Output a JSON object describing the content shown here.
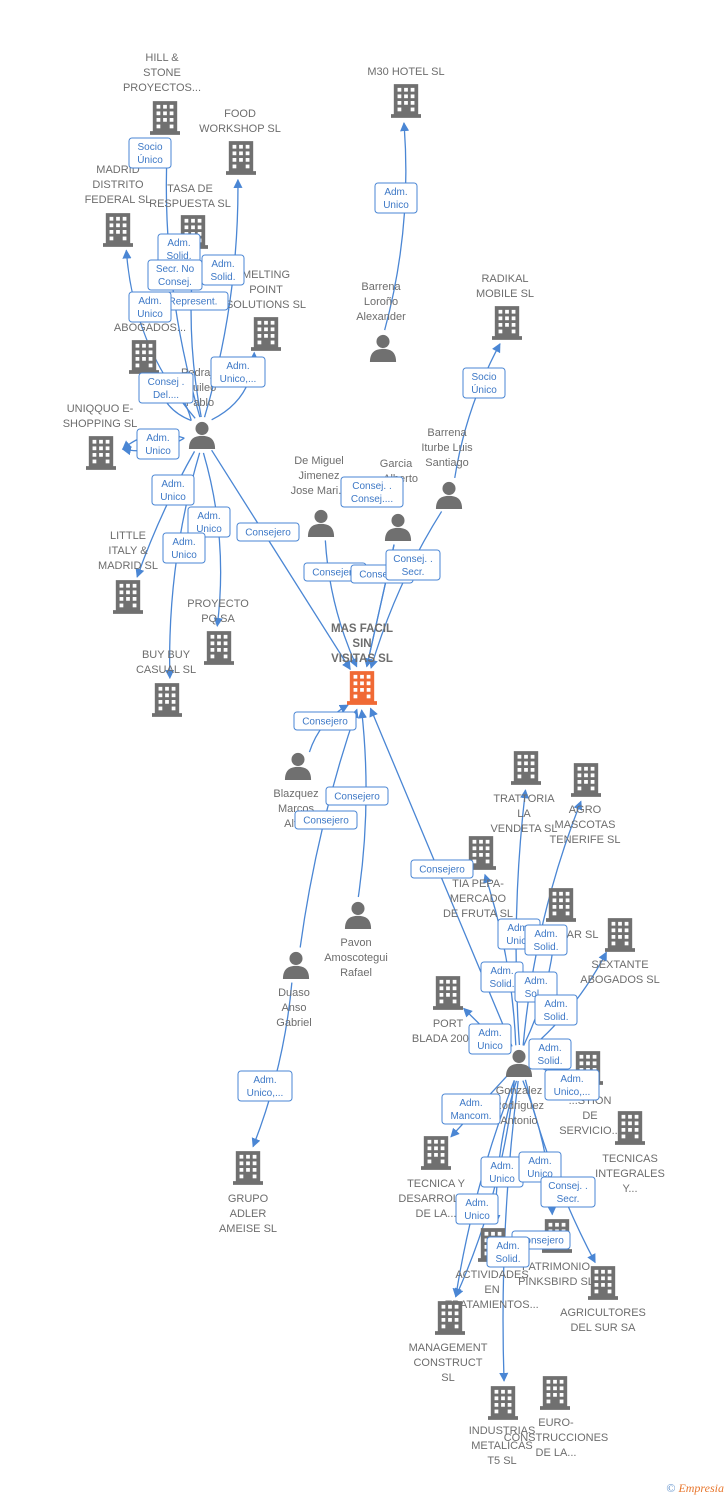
{
  "colors": {
    "edge": "#4a86d4",
    "label_text": "#6d6d6d",
    "icon": "#707070",
    "focus": "#f06a35"
  },
  "footer": {
    "copyright": "©",
    "brand": "Empresia"
  },
  "nodes": [
    {
      "id": "main",
      "type": "company",
      "focus": true,
      "lines": [
        "MAS FACIL",
        "SIN",
        "VISITAS  SL"
      ]
    },
    {
      "id": "hill",
      "type": "company",
      "lines": [
        "HILL &",
        "STONE",
        "PROYECTOS..."
      ]
    },
    {
      "id": "food",
      "type": "company",
      "lines": [
        "FOOD",
        "WORKSHOP SL"
      ]
    },
    {
      "id": "m30",
      "type": "company",
      "lines": [
        "M30 HOTEL SL"
      ]
    },
    {
      "id": "madrid",
      "type": "company",
      "lines": [
        "MADRID",
        "DISTRITO",
        "FEDERAL  SL"
      ]
    },
    {
      "id": "tasa",
      "type": "company",
      "lines": [
        "TASA DE",
        "RESPUESTA SL"
      ]
    },
    {
      "id": "melting",
      "type": "company",
      "lines": [
        "MELTING",
        "POINT",
        "SOLUTIONS  SL"
      ]
    },
    {
      "id": "radikal",
      "type": "company",
      "lines": [
        "RADIKAL",
        "MOBILE SL"
      ]
    },
    {
      "id": "abogados",
      "type": "company",
      "lines": [
        "A",
        "PE...",
        "ABOGADOS..."
      ]
    },
    {
      "id": "uniqquo",
      "type": "company",
      "lines": [
        "UNIQQUO E-",
        "SHOPPING  SL"
      ]
    },
    {
      "id": "little",
      "type": "company",
      "lines": [
        "LITTLE",
        "ITALY &",
        "MADRID  SL"
      ]
    },
    {
      "id": "proyecto",
      "type": "company",
      "lines": [
        "PROYECTO",
        "PQ SA"
      ]
    },
    {
      "id": "buybuy",
      "type": "company",
      "lines": [
        "BUY BUY",
        "CASUAL SL"
      ]
    },
    {
      "id": "trattoria",
      "type": "company",
      "lines": [
        "TRATTORIA",
        "LA",
        "VENDETA SL"
      ]
    },
    {
      "id": "agro",
      "type": "company",
      "lines": [
        "AGRO",
        "MASCOTAS",
        "TENERIFE  SL"
      ]
    },
    {
      "id": "tiapepa",
      "type": "company",
      "lines": [
        "TIA PEPA-",
        "MERCADO",
        "DE FRUTA SL"
      ]
    },
    {
      "id": "arsl",
      "type": "company",
      "lines": [
        "...AR SL"
      ]
    },
    {
      "id": "sextante",
      "type": "company",
      "lines": [
        "SEXTANTE",
        "ABOGADOS SL"
      ]
    },
    {
      "id": "port",
      "type": "company",
      "lines": [
        "PORT",
        "BLADA 2005..."
      ]
    },
    {
      "id": "gestion",
      "type": "company",
      "lines": [
        "...STION",
        "DE",
        "SERVICIO..."
      ]
    },
    {
      "id": "tecnicas",
      "type": "company",
      "lines": [
        "TECNICAS",
        "INTEGRALES",
        "Y..."
      ]
    },
    {
      "id": "tecnicay",
      "type": "company",
      "lines": [
        "TECNICA Y",
        "DESARROLLO",
        "DE LA..."
      ]
    },
    {
      "id": "actividades",
      "type": "company",
      "lines": [
        "ACTIVIDADES",
        "EN",
        "TRATAMIENTOS..."
      ]
    },
    {
      "id": "patrimonio",
      "type": "company",
      "lines": [
        "PATRIMONIO",
        "PINKSBIRD SL"
      ]
    },
    {
      "id": "agricultores",
      "type": "company",
      "lines": [
        "AGRICULTORES",
        "DEL SUR SA"
      ]
    },
    {
      "id": "management",
      "type": "company",
      "lines": [
        "MANAGEMENT",
        "CONSTRUCT",
        "SL"
      ]
    },
    {
      "id": "industrias",
      "type": "company",
      "lines": [
        "INDUSTRIAS",
        "METALICAS",
        "T5 SL"
      ]
    },
    {
      "id": "euro",
      "type": "company",
      "lines": [
        "EURO-",
        "CONSTRUCCIONES",
        "DE LA..."
      ]
    },
    {
      "id": "grupo",
      "type": "company",
      "lines": [
        "GRUPO",
        "ADLER",
        "AMEISE SL"
      ]
    },
    {
      "id": "barrena_a",
      "type": "person",
      "lines": [
        "Barrena",
        "Loroño",
        "Alexander"
      ]
    },
    {
      "id": "barrena_s",
      "type": "person",
      "lines": [
        "Barrena",
        "Iturbe Luis",
        "Santiago"
      ]
    },
    {
      "id": "pedraja",
      "type": "person",
      "lines": [
        "Pedraja",
        "...uileo",
        "Pablo"
      ]
    },
    {
      "id": "demiguel",
      "type": "person",
      "lines": [
        "De Miguel",
        "Jimenez",
        "Jose Mari..."
      ]
    },
    {
      "id": "garcia",
      "type": "person",
      "lines": [
        "Garcia",
        "...Alberto",
        "...o"
      ]
    },
    {
      "id": "blazquez",
      "type": "person",
      "lines": [
        "Blazquez",
        "Marcos",
        "Alv..."
      ]
    },
    {
      "id": "pavon",
      "type": "person",
      "lines": [
        "Pavon",
        "Amoscotegui",
        "Rafael"
      ]
    },
    {
      "id": "duaso",
      "type": "person",
      "lines": [
        "Duaso",
        "Anso",
        "Gabriel"
      ]
    },
    {
      "id": "gonzalez",
      "type": "person",
      "lines": [
        "Gonzalez",
        "Rodriguez",
        "Antonio"
      ]
    }
  ],
  "edges": [
    {
      "label": [
        "Adm.",
        "Unico"
      ]
    },
    {
      "label": [
        "Socio",
        "Único"
      ]
    },
    {
      "label": [
        "Socio",
        "Único"
      ]
    },
    {
      "label": [
        "Adm.",
        "Solid."
      ]
    },
    {
      "label": [
        "Adm.",
        "Solid."
      ]
    },
    {
      "label": [
        "Secr.  No",
        "Consej."
      ]
    },
    {
      "label": [
        "Represent."
      ]
    },
    {
      "label": [
        "Adm.",
        "Unico"
      ]
    },
    {
      "label": [
        "Adm.",
        "Unico,..."
      ]
    },
    {
      "label": [
        "Consej .",
        "Del...."
      ]
    },
    {
      "label": [
        "Adm.",
        "Unico"
      ]
    },
    {
      "label": [
        "Adm.",
        "Unico"
      ]
    },
    {
      "label": [
        "Adm.",
        "Unico"
      ]
    },
    {
      "label": [
        "Adm.",
        "Unico"
      ]
    },
    {
      "label": [
        "Consejero"
      ]
    },
    {
      "label": [
        "Consej. .",
        "Consej...."
      ]
    },
    {
      "label": [
        "Consejero"
      ]
    },
    {
      "label": [
        "Consejero"
      ]
    },
    {
      "label": [
        "Consej. .",
        "Secr."
      ]
    },
    {
      "label": [
        "Consejero"
      ]
    },
    {
      "label": [
        "Consejero"
      ]
    },
    {
      "label": [
        "Consejero"
      ]
    },
    {
      "label": [
        "Consejero"
      ]
    },
    {
      "label": [
        "Adm.",
        "Unico,..."
      ]
    },
    {
      "label": [
        "Adm.",
        "Unico"
      ]
    },
    {
      "label": [
        "Adm.",
        "Solid."
      ]
    },
    {
      "label": [
        "Adm.",
        "Solid."
      ]
    },
    {
      "label": [
        "Adm.",
        "Sol..."
      ]
    },
    {
      "label": [
        "Adm.",
        "Solid."
      ]
    },
    {
      "label": [
        "Adm.",
        "Unico"
      ]
    },
    {
      "label": [
        "Adm.",
        "Solid."
      ]
    },
    {
      "label": [
        "Adm.",
        "Unico,..."
      ]
    },
    {
      "label": [
        "Adm.",
        "Mancom."
      ]
    },
    {
      "label": [
        "Adm.",
        "Unico"
      ]
    },
    {
      "label": [
        "Adm.",
        "Unico"
      ]
    },
    {
      "label": [
        "Consej. .",
        "Secr."
      ]
    },
    {
      "label": [
        "Adm.",
        "Unico"
      ]
    },
    {
      "label": [
        "Consejero"
      ]
    },
    {
      "label": [
        "Adm.",
        "Solid."
      ]
    }
  ]
}
